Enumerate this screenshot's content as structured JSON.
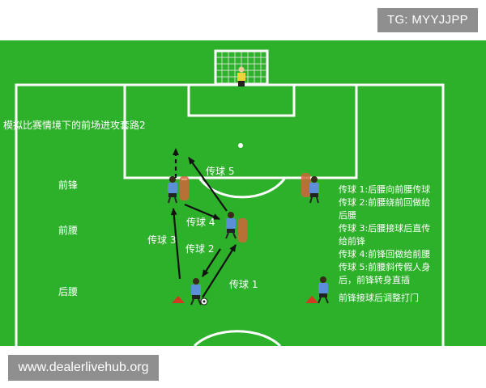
{
  "watermark_top": "TG: MYYJJPP",
  "watermark_bottom": "www.dealerlivehub.org",
  "diagram": {
    "title": "模拟比赛情境下的前场进攻套路2",
    "positions": {
      "forward": "前锋",
      "midfield": "前腰",
      "back": "后腰"
    },
    "pass_labels": {
      "p1": "传球 1",
      "p2": "传球 2",
      "p3": "传球 3",
      "p4": "传球 4",
      "p5": "传球 5"
    },
    "notes": [
      "传球 1:后腰向前腰传球",
      "传球 2:前腰绕前回做给",
      "后腰",
      "传球 3:后腰接球后直传",
      "给前锋",
      "传球 4:前锋回做给前腰",
      "传球 5:前腰斜传假人身",
      "后，前锋转身直插",
      "前锋接球后调整打门"
    ]
  },
  "colors": {
    "pitch": "#2db12a",
    "lines": "#ffffff",
    "player_shirt": "#5b8fd8",
    "dummy": "#d0663a",
    "cone": "#d03a22"
  }
}
